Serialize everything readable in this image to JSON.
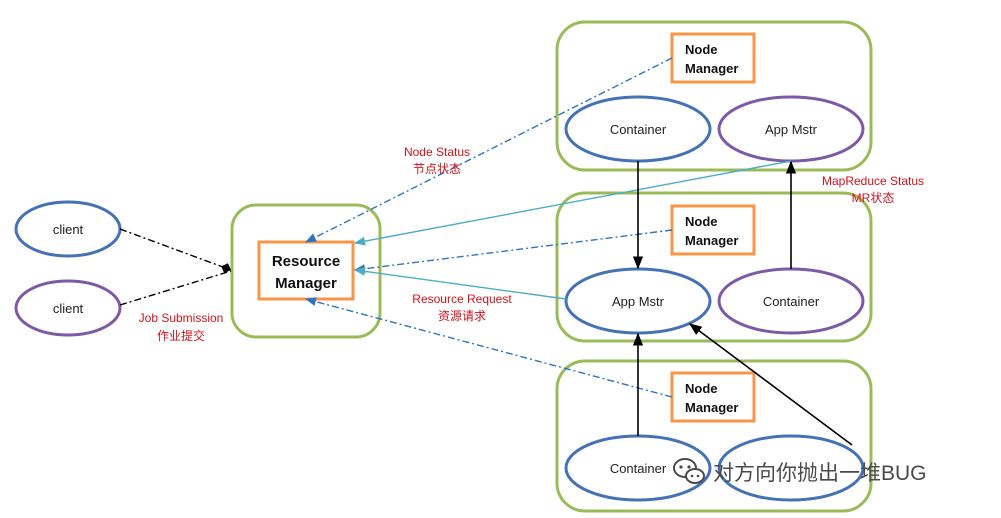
{
  "clients": [
    "client",
    "client"
  ],
  "resource_manager": {
    "line1": "Resource",
    "line2": "Manager"
  },
  "node_manager": {
    "line1": "Node",
    "line2": "Manager"
  },
  "nodes": [
    {
      "left": "Container",
      "right": "App Mstr"
    },
    {
      "left": "App Mstr",
      "right": "Container"
    },
    {
      "left": "Container",
      "right": ""
    }
  ],
  "labels": {
    "job_submission": "Job Submission",
    "job_submission_cn": "作业提交",
    "node_status": "Node Status",
    "node_status_cn": "节点状态",
    "resource_request": "Resource Request",
    "resource_request_cn": "资源请求",
    "mapreduce_status": "MapReduce Status",
    "mapreduce_status_cn": "MR状态"
  },
  "watermark": "对方向你抛出一堆BUG",
  "colors": {
    "blue_ellipse": "#4472b4",
    "purple_ellipse": "#7d5aa6",
    "green_frame": "#9bbb59",
    "orange_box": "#f79646",
    "node_status_line": "#2e75c0",
    "request_line": "#4bacc6",
    "label_red": "#d0121b"
  }
}
